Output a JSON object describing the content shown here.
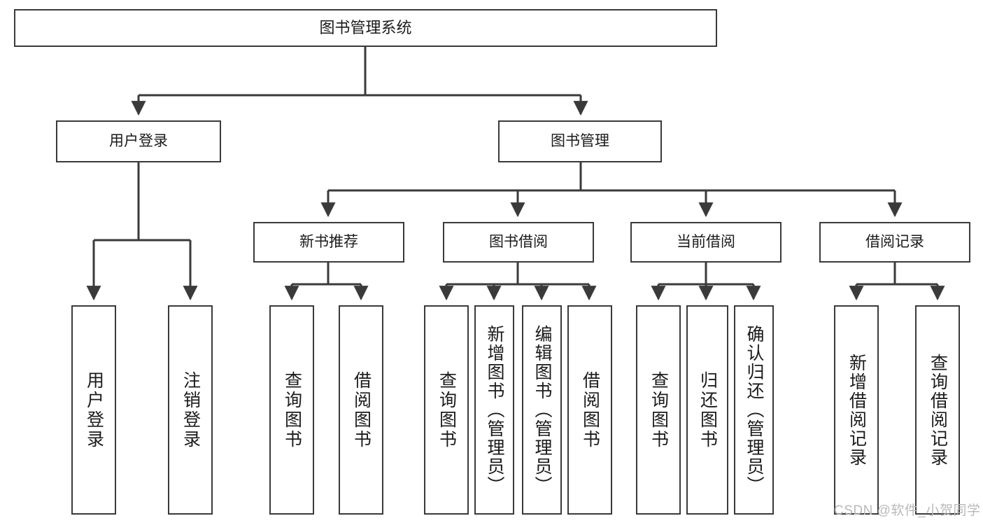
{
  "diagram": {
    "title": "图书管理系统",
    "type": "hierarchy-tree",
    "watermark": "CSDN @软件_小贺同学",
    "colors": {
      "stroke": "#3a3a3a",
      "fill": "#ffffff",
      "text": "#1b1b1b",
      "watermark": "#b9b9b9"
    },
    "nodes": {
      "root": {
        "label": "图书管理系统"
      },
      "level2": [
        {
          "id": "user-login",
          "label": "用户登录"
        },
        {
          "id": "book-manage",
          "label": "图书管理"
        }
      ],
      "level3": [
        {
          "id": "new-book-recommend",
          "label": "新书推荐"
        },
        {
          "id": "book-borrow",
          "label": "图书借阅"
        },
        {
          "id": "current-borrow",
          "label": "当前借阅"
        },
        {
          "id": "borrow-record",
          "label": "借阅记录"
        }
      ],
      "leaves": {
        "user-login": [
          {
            "id": "leaf-user-login",
            "label": "用户登录"
          },
          {
            "id": "leaf-logout-login",
            "label": "注销登录"
          }
        ],
        "new-book-recommend": [
          {
            "id": "leaf-query-book-1",
            "label": "查询图书"
          },
          {
            "id": "leaf-borrow-book-1",
            "label": "借阅图书"
          }
        ],
        "book-borrow": [
          {
            "id": "leaf-query-book-2",
            "label": "查询图书"
          },
          {
            "id": "leaf-add-book-admin",
            "label": "新增图书（管理员）"
          },
          {
            "id": "leaf-edit-book-admin",
            "label": "编辑图书（管理员）"
          },
          {
            "id": "leaf-borrow-book-2",
            "label": "借阅图书"
          }
        ],
        "current-borrow": [
          {
            "id": "leaf-query-book-3",
            "label": "查询图书"
          },
          {
            "id": "leaf-return-book",
            "label": "归还图书"
          },
          {
            "id": "leaf-confirm-return-admin",
            "label": "确认归还（管理员）"
          }
        ],
        "borrow-record": [
          {
            "id": "leaf-add-borrow-record",
            "label": "新增借阅记录"
          },
          {
            "id": "leaf-query-borrow-record",
            "label": "查询借阅记录"
          }
        ]
      }
    }
  }
}
